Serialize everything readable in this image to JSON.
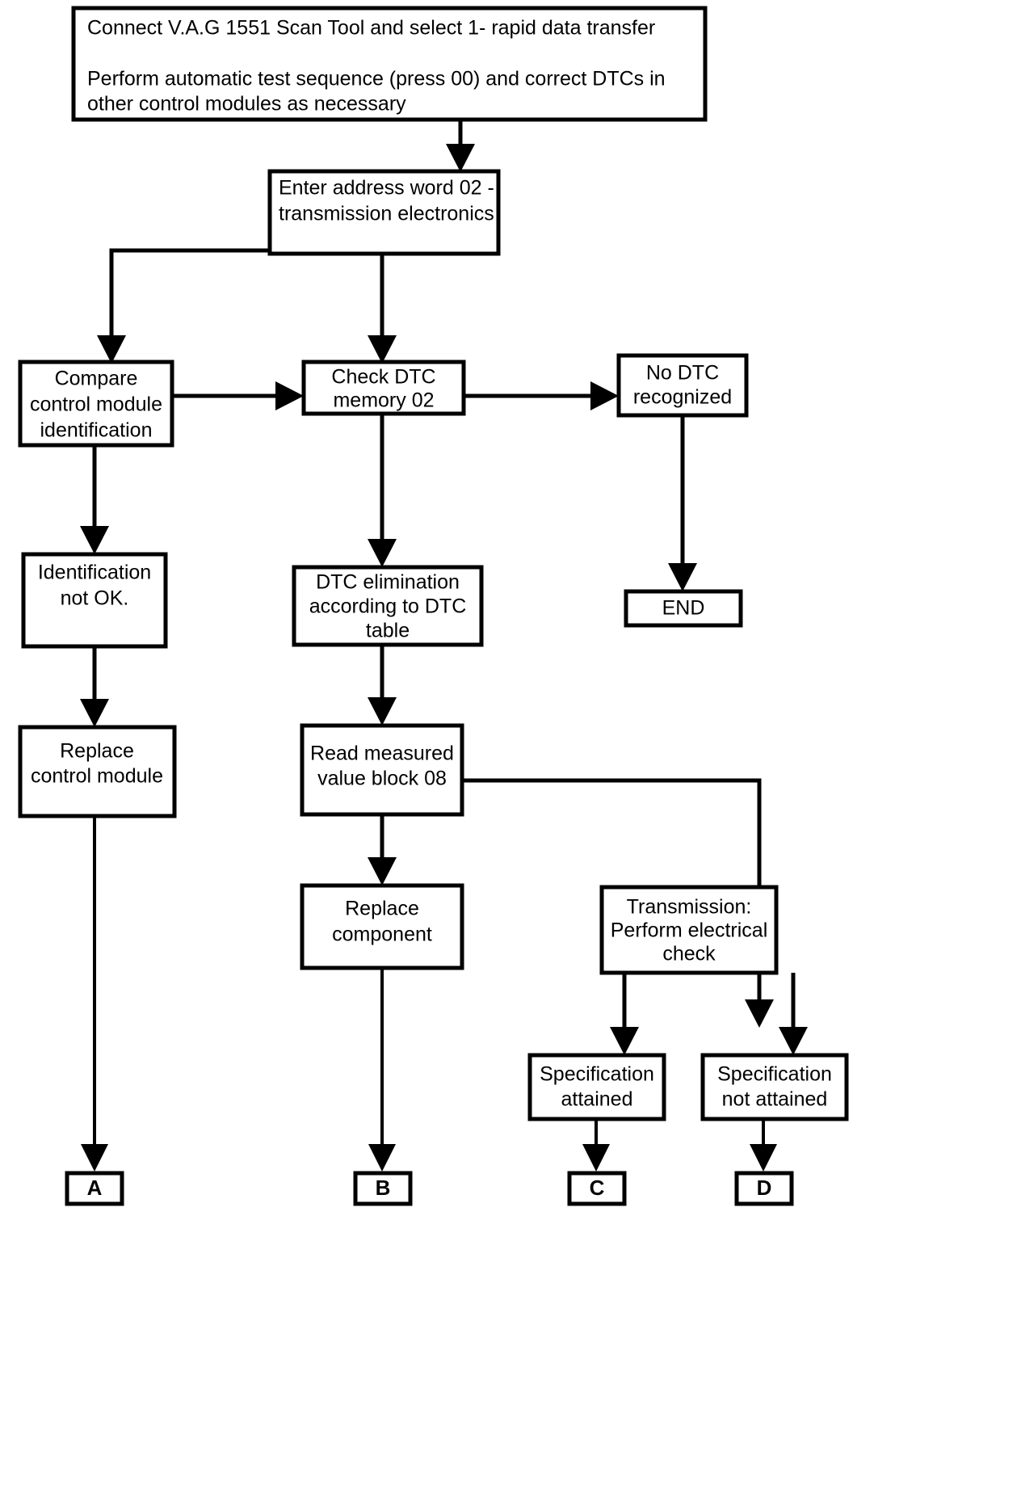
{
  "diagram": {
    "title": "V.A.G 1551 transmission electronics diagnostic flowchart",
    "colors": {
      "background": "#ffffff",
      "stroke": "#000000",
      "text": "#000000"
    },
    "nodes": {
      "start": {
        "name": "start-instructions",
        "lines": [
          "Connect V.A.G 1551 Scan Tool and select 1- rapid data transfer",
          "",
          "Perform automatic test sequence (press 00) and correct DTCs in",
          "other control modules as necessary"
        ]
      },
      "address_word": {
        "name": "enter-address-word",
        "lines": [
          "Enter address word 02 -",
          "transmission electronics"
        ]
      },
      "compare_id": {
        "name": "compare-control-module-identification",
        "lines": [
          "Compare",
          "control module",
          "identification"
        ]
      },
      "check_dtc": {
        "name": "check-dtc-memory",
        "lines": [
          "Check DTC",
          "memory 02"
        ]
      },
      "no_dtc": {
        "name": "no-dtc-recognized",
        "lines": [
          "No DTC",
          "recognized"
        ]
      },
      "id_not_ok": {
        "name": "identification-not-ok",
        "lines": [
          "Identification",
          "not OK."
        ]
      },
      "dtc_elimination": {
        "name": "dtc-elimination-according-to-table",
        "lines": [
          "DTC elimination",
          "according to DTC",
          "table"
        ]
      },
      "end": {
        "name": "end-node",
        "lines": [
          "END"
        ]
      },
      "replace_module": {
        "name": "replace-control-module",
        "lines": [
          "Replace",
          "control module"
        ]
      },
      "read_block": {
        "name": "read-measured-value-block",
        "lines": [
          "Read measured",
          "value block 08"
        ]
      },
      "replace_component": {
        "name": "replace-component",
        "lines": [
          "Replace",
          "component"
        ]
      },
      "transmission_check": {
        "name": "transmission-perform-electrical-check",
        "lines": [
          "Transmission:",
          "Perform electrical",
          "check"
        ]
      },
      "spec_attained": {
        "name": "specification-attained",
        "lines": [
          "Specification",
          "attained"
        ]
      },
      "spec_not_attained": {
        "name": "specification-not-attained",
        "lines": [
          "Specification",
          "not attained"
        ]
      },
      "terminal_a": {
        "name": "terminal-a",
        "label": "A"
      },
      "terminal_b": {
        "name": "terminal-b",
        "label": "B"
      },
      "terminal_c": {
        "name": "terminal-c",
        "label": "C"
      },
      "terminal_d": {
        "name": "terminal-d",
        "label": "D"
      }
    }
  }
}
